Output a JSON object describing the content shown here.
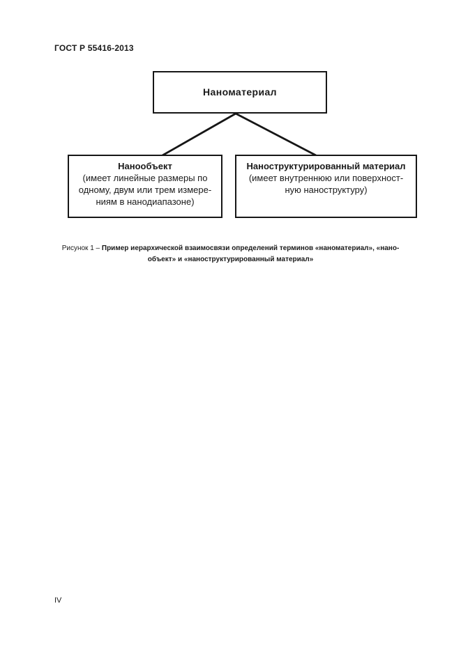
{
  "page": {
    "header": "ГОСТ Р 55416-2013",
    "page_number": "IV"
  },
  "diagram": {
    "root_box": {
      "title": "Наноматериал"
    },
    "left_box": {
      "title": "Нанообъект",
      "lines": [
        "(имеет линейные размеры по",
        "одному, двум или трем измере-",
        "ниям в нанодиапазоне)"
      ]
    },
    "right_box": {
      "title": "Наноструктурированный материал",
      "lines": [
        "(имеет внутреннюю или поверхност-",
        "ную наноструктуру)"
      ]
    }
  },
  "caption": {
    "label": "Рисунок 1 – ",
    "title_line1": "Пример иерархической взаимосвязи определений терминов «наноматериал», «нано-",
    "title_line2": "объект» и «наноструктурированный материал»"
  },
  "colors": {
    "text": "#1a1a1a",
    "border": "#161616",
    "background": "#ffffff"
  }
}
